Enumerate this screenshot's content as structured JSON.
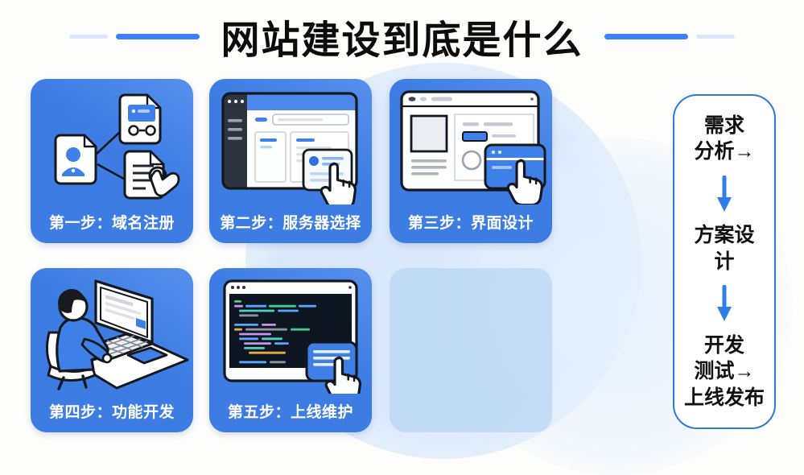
{
  "title": "网站建设到底是什么",
  "steps": [
    {
      "label": "第一步：域名注册",
      "illustration": "documents-network"
    },
    {
      "label": "第二步：服务器选择",
      "illustration": "server-selection-window"
    },
    {
      "label": "第三步：界面设计",
      "illustration": "ui-design-window"
    },
    {
      "label": "第四步：功能开发",
      "illustration": "developer-at-laptop"
    },
    {
      "label": "第五步：上线维护",
      "illustration": "code-editor-window"
    }
  ],
  "flow_panel": {
    "items": [
      {
        "text": "需求\n分析→"
      },
      {
        "text": "方案设\n计"
      },
      {
        "text": "开发\n测试→\n上线发布"
      }
    ]
  },
  "colors": {
    "card_blue": "#3d7ce3",
    "accent_blue": "#3b82f6",
    "panel_border": "#2b7cd8",
    "flow_arrow": "#2f7fe8",
    "background_circle": "#d9e8fb",
    "title_text": "#0c0c0c",
    "label_text": "#ffffff",
    "code_bg": "#0e1621"
  }
}
